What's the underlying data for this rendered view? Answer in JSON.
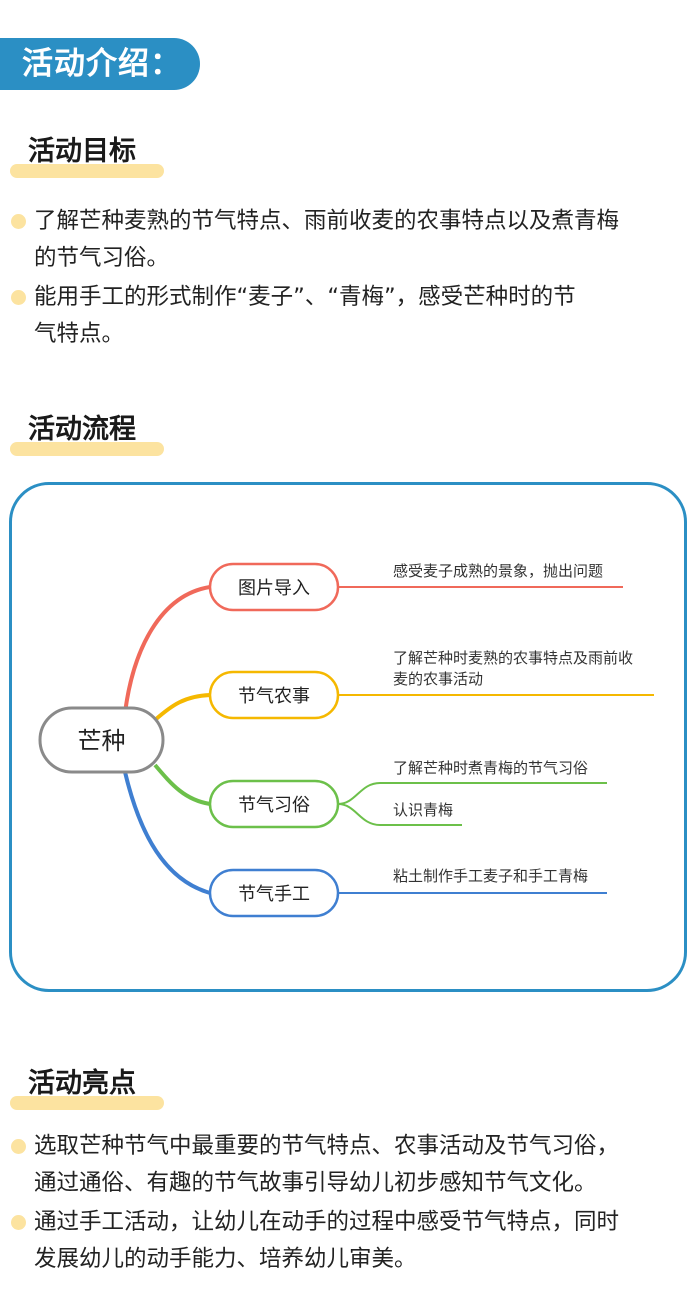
{
  "header": {
    "title": "活动介绍："
  },
  "goals": {
    "title": "活动目标",
    "items": [
      {
        "line1": "了解芒种麦熟的节气特点、雨前收麦的农事特点以及煮青梅",
        "line2": "的节气习俗。"
      },
      {
        "line1": "能用手工的形式制作“麦子”、“青梅”，感受芒种时的节",
        "line2": "气特点。"
      }
    ]
  },
  "process": {
    "title": "活动流程",
    "center": "芒种",
    "branches": [
      {
        "label": "图片导入",
        "color": "#f0695a",
        "notes": [
          [
            "感受麦子成熟的景象，抛出问题"
          ]
        ]
      },
      {
        "label": "节气农事",
        "color": "#f5b800",
        "notes": [
          [
            "了解芒种时麦熟的农事特点及雨前收",
            "麦的农事活动"
          ]
        ]
      },
      {
        "label": "节气习俗",
        "color": "#6cc04a",
        "notes": [
          [
            "了解芒种时煮青梅的节气习俗"
          ],
          [
            "认识青梅"
          ]
        ]
      },
      {
        "label": "节气手工",
        "color": "#3f7fd1",
        "notes": [
          [
            "粘土制作手工麦子和手工青梅"
          ]
        ]
      }
    ]
  },
  "highlights": {
    "title": "活动亮点",
    "items": [
      {
        "line1": "选取芒种节气中最重要的节气特点、农事活动及节气习俗，",
        "line2": "通过通俗、有趣的节气故事引导幼儿初步感知节气文化。"
      },
      {
        "line1": "通过手工活动，让幼儿在动手的过程中感受节气特点，同时",
        "line2": "发展幼儿的动手能力、培养幼儿审美。"
      }
    ]
  },
  "colors": {
    "banner": "#2b8fc4",
    "highlight": "#fce3a0",
    "frame": "#2b8fc4"
  }
}
